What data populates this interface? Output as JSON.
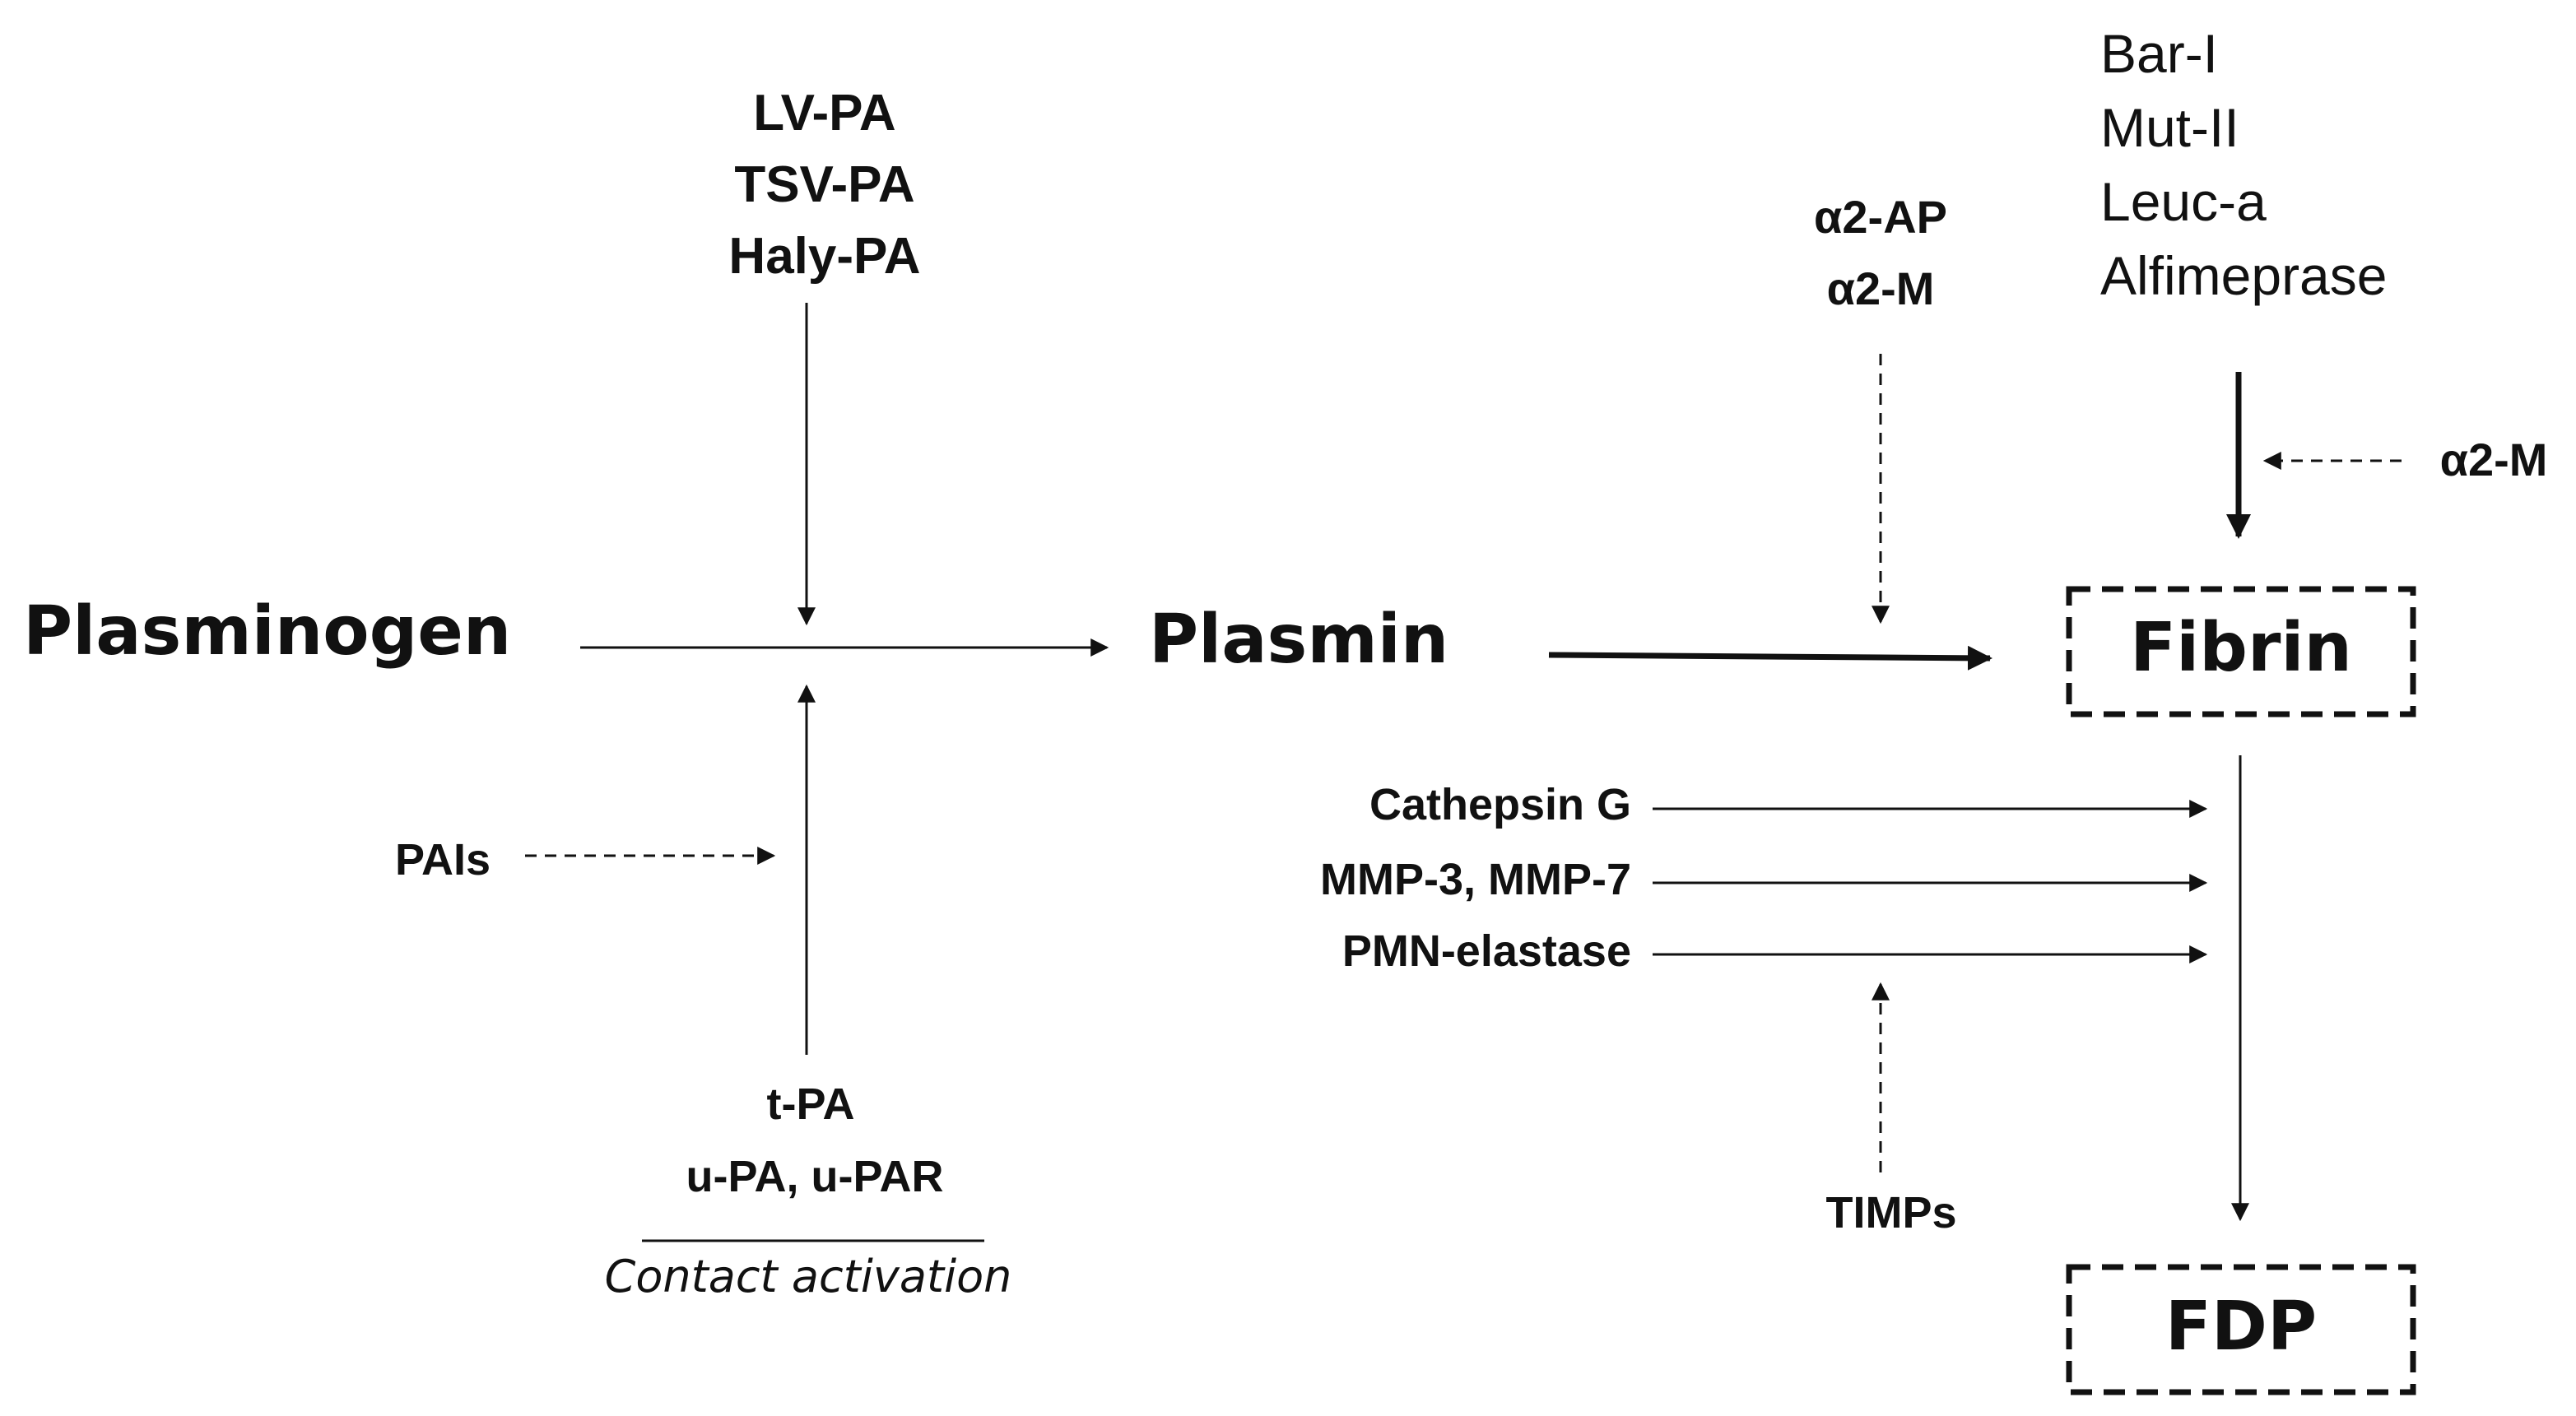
{
  "activators": [
    "LV-PA",
    "TSV-PA",
    "Haly-PA"
  ],
  "plasminogen": "Plasminogen",
  "plasmin": "Plasmin",
  "fibrin": "Fibrin",
  "fdp": "FDP",
  "plasmin_inhibitors": [
    "α2-AP",
    "α2-M"
  ],
  "snake_enzymes": [
    "Bar-I",
    "Mut-II",
    "Leuc-a",
    "Alfimeprase"
  ],
  "snake_inhibitor": "α2-M",
  "pais": "PAIs",
  "physiologic_activators": [
    "t-PA",
    "u-PA, u-PAR"
  ],
  "contact_activation": "Contact activation",
  "other_proteases": [
    "Cathepsin G",
    "MMP-3, MMP-7",
    "PMN-elastase"
  ],
  "timps": "TIMPs",
  "colors": {
    "ink": "#111111",
    "background": "#ffffff"
  }
}
